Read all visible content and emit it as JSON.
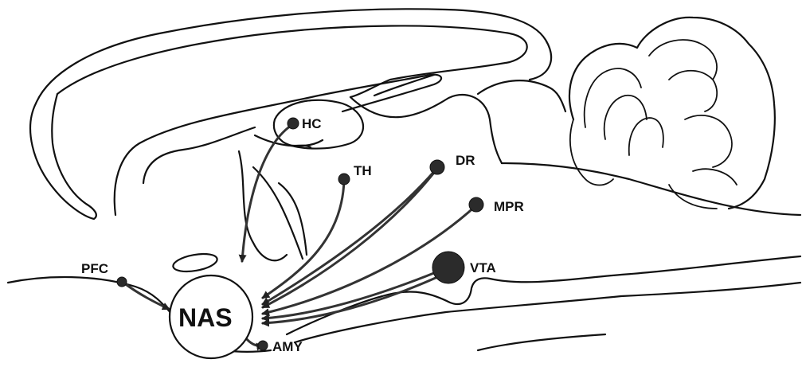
{
  "labels": {
    "hc": "HC",
    "th": "TH",
    "dr": "DR",
    "mpr": "MPR",
    "vta": "VTA",
    "pfc": "PFC",
    "nas": "NAS",
    "amy": "AMY"
  },
  "colors": {
    "line": "#111111",
    "projection": "#333333",
    "node": "#2b2b2b",
    "background": "#ffffff"
  }
}
